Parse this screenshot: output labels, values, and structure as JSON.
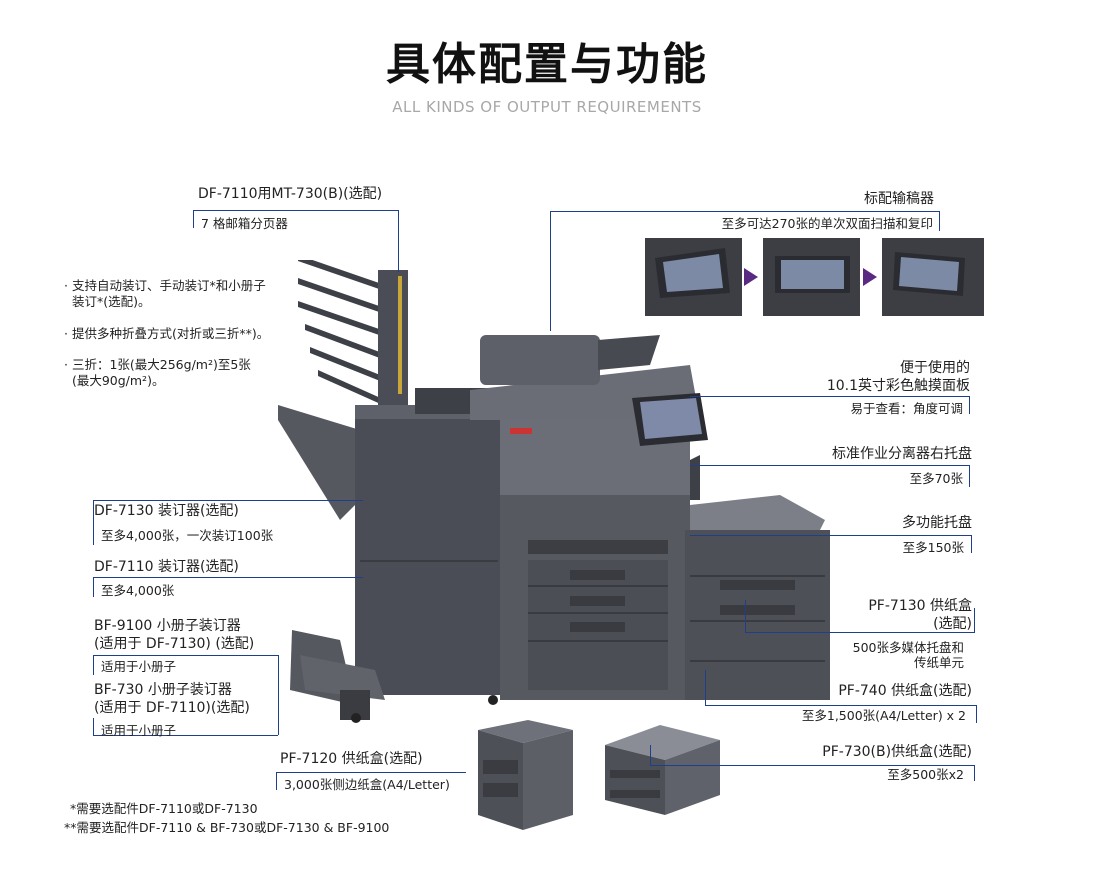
{
  "header": {
    "title": "具体配置与功能",
    "subtitle": "ALL KINDS OF OUTPUT REQUIREMENTS"
  },
  "left": {
    "mt730": {
      "title": "DF-7110用MT-730(B)(选配)",
      "desc": "7 格邮箱分页器"
    },
    "bullets": [
      "· 支持自动装订、手动装订*和小册子",
      "  装订*(选配)。",
      "· 提供多种折叠方式(对折或三折**)。",
      "· 三折：1张(最大256g/m²)至5张",
      "  (最大90g/m²)。"
    ],
    "df7130": {
      "title": "DF-7130 装订器(选配)",
      "desc": "至多4,000张，一次装订100张"
    },
    "df7110": {
      "title": "DF-7110 装订器(选配)",
      "desc": "至多4,000张"
    },
    "bf9100": {
      "title1": "BF-9100 小册子装订器",
      "title2": "(适用于 DF-7130) (选配)",
      "desc": "适用于小册子"
    },
    "bf730": {
      "title1": "BF-730 小册子装订器",
      "title2": "(适用于 DF-7110)(选配)",
      "desc": "适用于小册子"
    },
    "pf7120": {
      "title": "PF-7120 供纸盒(选配)",
      "desc": "3,000张侧边纸盒(A4/Letter)"
    },
    "notes": [
      "*需要选配件DF-7110或DF-7130",
      "**需要选配件DF-7110 & BF-730或DF-7130 & BF-9100"
    ]
  },
  "right": {
    "feeder": {
      "title": "标配输稿器",
      "desc": "至多可达270张的单次双面扫描和复印"
    },
    "panel": {
      "title1": "便于使用的",
      "title2": "10.1英寸彩色触摸面板",
      "desc": "易于查看：角度可调"
    },
    "separator": {
      "title": "标准作业分离器右托盘",
      "desc": "至多70张"
    },
    "mpt": {
      "title": "多功能托盘",
      "desc": "至多150张"
    },
    "pf7130": {
      "title1": "PF-7130 供纸盒",
      "title2": "(选配)",
      "desc1": "500张多媒体托盘和",
      "desc2": "传纸单元"
    },
    "pf740": {
      "title": "PF-740 供纸盒(选配)",
      "desc": "至多1,500张(A4/Letter) x 2"
    },
    "pf730": {
      "title": "PF-730(B)供纸盒(选配)",
      "desc": "至多500张x2"
    }
  },
  "colors": {
    "accent_line": "#1f3e8c",
    "machine_dark": "#4a4d55",
    "machine_mid": "#6b6e77",
    "arrow": "#5a2a82"
  },
  "icons": [
    "mailbox-sorter",
    "finisher",
    "booklet-tray",
    "printer-main",
    "touch-panel",
    "paper-feeder",
    "arrow-right-icon"
  ]
}
